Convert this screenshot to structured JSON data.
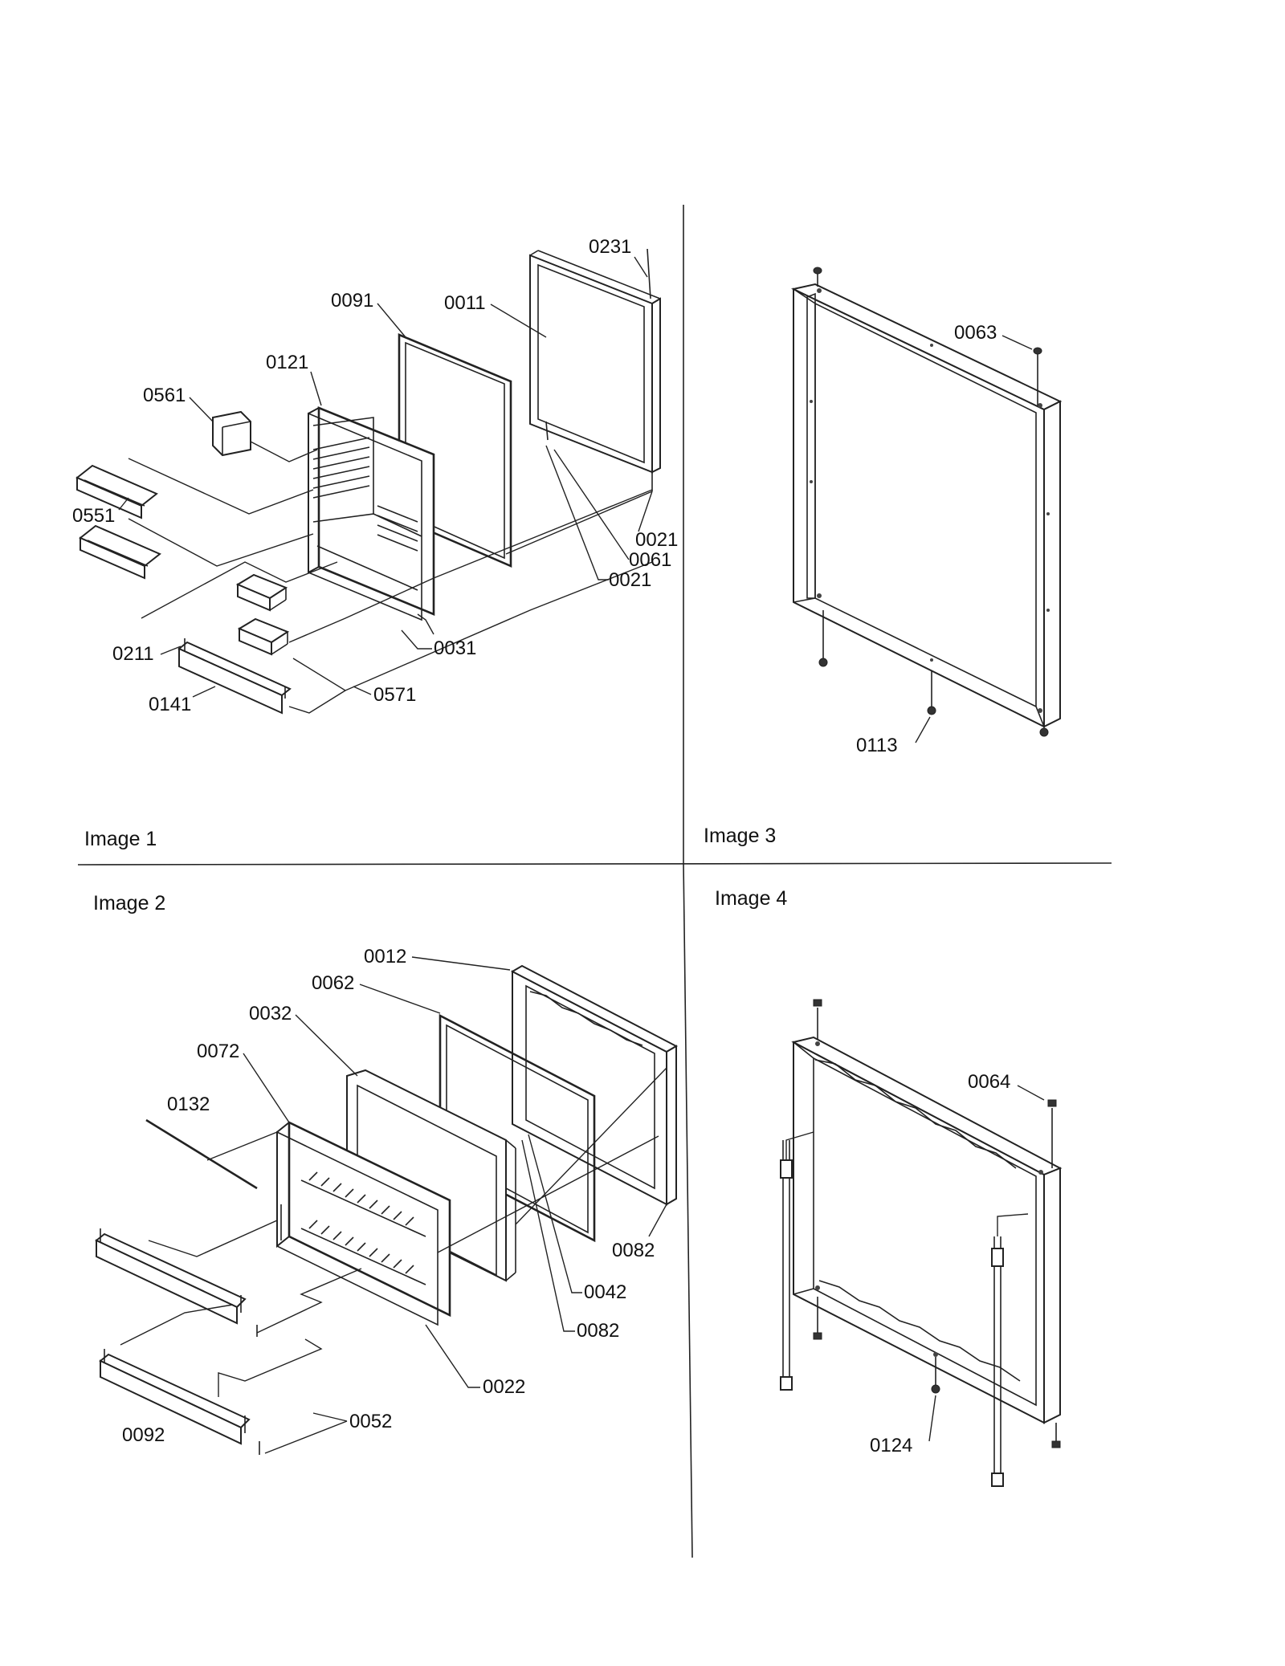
{
  "panels": {
    "image1": {
      "title": "Image 1"
    },
    "image2": {
      "title": "Image 2"
    },
    "image3": {
      "title": "Image 3"
    },
    "image4": {
      "title": "Image 4"
    }
  },
  "labels": {
    "p0231": "0231",
    "p0091": "0091",
    "p0011": "0011",
    "p0121": "0121",
    "p0561": "0561",
    "p0551": "0551",
    "p0021a": "0021",
    "p0061": "0061",
    "p0021b": "0021",
    "p0031": "0031",
    "p0211": "0211",
    "p0141": "0141",
    "p0571": "0571",
    "p0063": "0063",
    "p0113": "0113",
    "p0012": "0012",
    "p0062": "0062",
    "p0032": "0032",
    "p0072": "0072",
    "p0132": "0132",
    "p0082a": "0082",
    "p0042": "0042",
    "p0082b": "0082",
    "p0022": "0022",
    "p0052": "0052",
    "p0092": "0092",
    "p0064": "0064",
    "p0124": "0124"
  },
  "colors": {
    "ink": "#222222",
    "paper": "#ffffff"
  }
}
